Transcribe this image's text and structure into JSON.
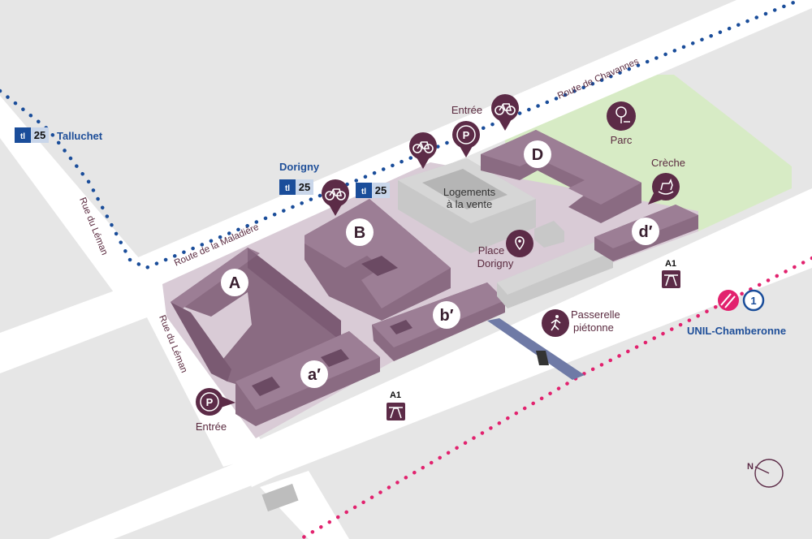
{
  "colors": {
    "background": "#e6e6e6",
    "road": "#ffffff",
    "park": "#d7ebc5",
    "site": "#d9cbd6",
    "building": "#8a6b82",
    "building_top": "#9c7e95",
    "building_dark": "#6b4a63",
    "sale_building": "#c8c8c8",
    "bus_line": "#1a4d9a",
    "metro_line": "#e2226e",
    "pin": "#5c2b47",
    "footbridge": "#6f7aa6"
  },
  "buildings": {
    "A": "A",
    "B": "B",
    "D": "D",
    "a_prime": "a′",
    "b_prime": "b′",
    "d_prime": "d′"
  },
  "labels": {
    "logements_line1": "Logements",
    "logements_line2": "à la vente",
    "place_line1": "Place",
    "place_line2": "Dorigny",
    "parc": "Parc",
    "creche": "Crèche",
    "passerelle_line1": "Passerelle",
    "passerelle_line2": "piétonne",
    "entree_top": "Entrée",
    "entree_bottom": "Entrée",
    "a1_right": "A1",
    "a1_bottom": "A1"
  },
  "roads": {
    "route_chavannes": "Route de Chavannes",
    "route_maladiere": "Route de la Maladière",
    "rue_leman_north": "Rue du Léman",
    "rue_leman_south": "Rue du Léman"
  },
  "transit": {
    "talluchet": {
      "name": "Talluchet",
      "operator": "tl",
      "line": "25"
    },
    "dorigny": {
      "name": "Dorigny",
      "operator": "tl",
      "line": "25",
      "line2": "25"
    },
    "unil": {
      "name": "UNIL-Chamberonne",
      "metro_line": "1"
    }
  },
  "compass": {
    "north": "N"
  },
  "icons": [
    "bicycle-icon",
    "parking-icon",
    "tree-bench-icon",
    "rocking-horse-icon",
    "location-pin-icon",
    "pedestrian-icon",
    "motorway-icon",
    "metro-icon"
  ]
}
